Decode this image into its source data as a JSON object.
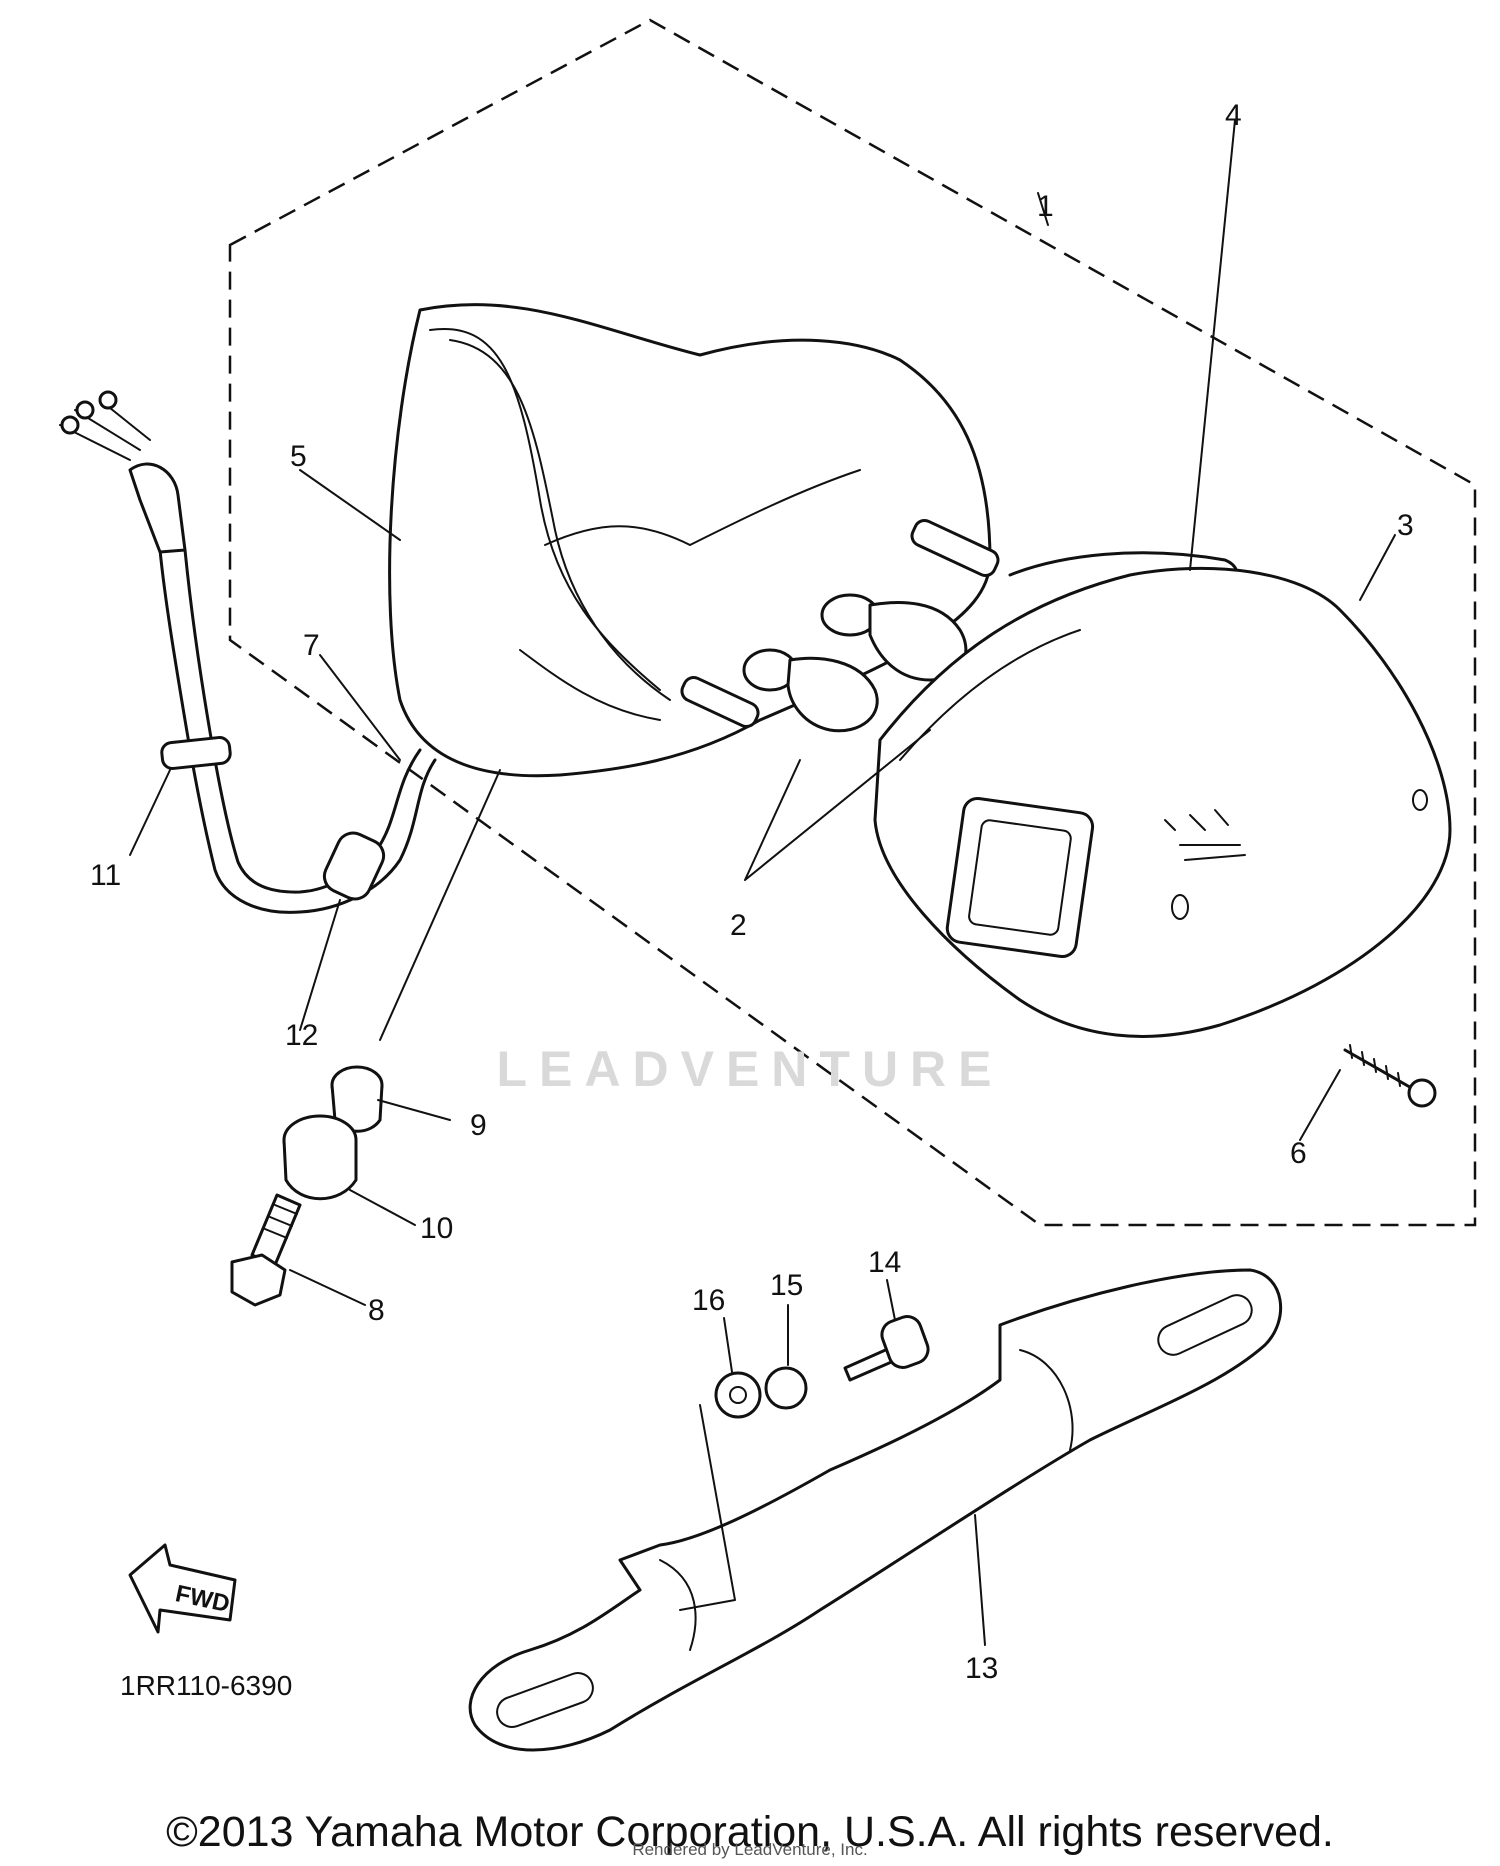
{
  "diagram": {
    "callouts": [
      {
        "id": "c1",
        "text": "1"
      },
      {
        "id": "c2",
        "text": "2"
      },
      {
        "id": "c3",
        "text": "3"
      },
      {
        "id": "c4",
        "text": "4"
      },
      {
        "id": "c5",
        "text": "5"
      },
      {
        "id": "c6",
        "text": "6"
      },
      {
        "id": "c7",
        "text": "7"
      },
      {
        "id": "c8",
        "text": "8"
      },
      {
        "id": "c9",
        "text": "9"
      },
      {
        "id": "c10",
        "text": "10"
      },
      {
        "id": "c11",
        "text": "11"
      },
      {
        "id": "c12",
        "text": "12"
      },
      {
        "id": "c13",
        "text": "13"
      },
      {
        "id": "c14",
        "text": "14"
      },
      {
        "id": "c15",
        "text": "15"
      },
      {
        "id": "c16",
        "text": "16"
      }
    ],
    "fwd_label": "FWD",
    "drawing_number": "1RR110-6390",
    "watermark": "LEADVENTURE"
  },
  "footer": {
    "copyright": "©2013 Yamaha Motor Corporation, U.S.A. All rights reserved.",
    "rendered_by": "Rendered by LeadVenture, Inc."
  }
}
